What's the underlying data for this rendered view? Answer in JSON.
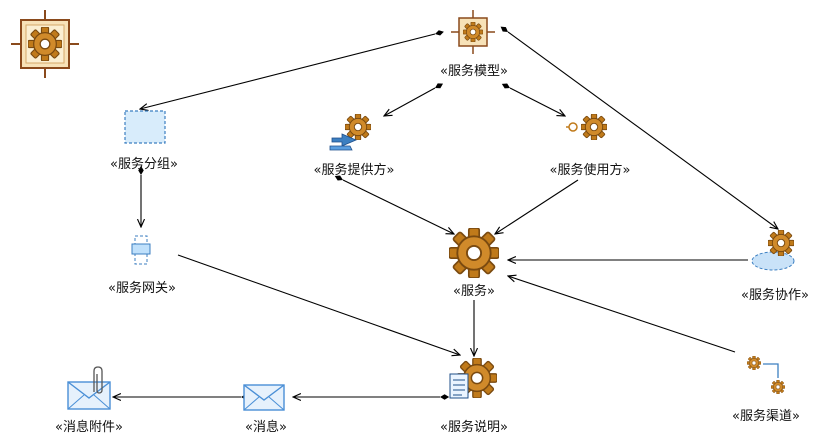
{
  "diagram": {
    "colors": {
      "edge": "#000000",
      "gear_fill": "#c07a1a",
      "gear_dark": "#7a4a10",
      "group_fill": "#d8ecfb",
      "group_stroke": "#3c7fc1",
      "frame": "#8a4a1c",
      "envelope": "#4a8fd6"
    },
    "nodes": {
      "service_model": {
        "label": "«服务模型»",
        "icon": "framed-gear-icon"
      },
      "service_group": {
        "label": "«服务分组»",
        "icon": "dashed-group-icon"
      },
      "service_provider": {
        "label": "«服务提供方»",
        "icon": "provider-gear-icon"
      },
      "service_consumer": {
        "label": "«服务使用方»",
        "icon": "consumer-gear-icon"
      },
      "service_gateway": {
        "label": "«服务网关»",
        "icon": "gateway-icon"
      },
      "service": {
        "label": "«服务»",
        "icon": "large-gear-icon"
      },
      "service_collab": {
        "label": "«服务协作»",
        "icon": "collaboration-icon"
      },
      "service_desc": {
        "label": "«服务说明»",
        "icon": "document-gear-icon"
      },
      "message": {
        "label": "«消息»",
        "icon": "envelope-icon"
      },
      "message_attach": {
        "label": "«消息附件»",
        "icon": "envelope-clip-icon"
      },
      "service_channel": {
        "label": "«服务渠道»",
        "icon": "channel-icon"
      }
    }
  }
}
